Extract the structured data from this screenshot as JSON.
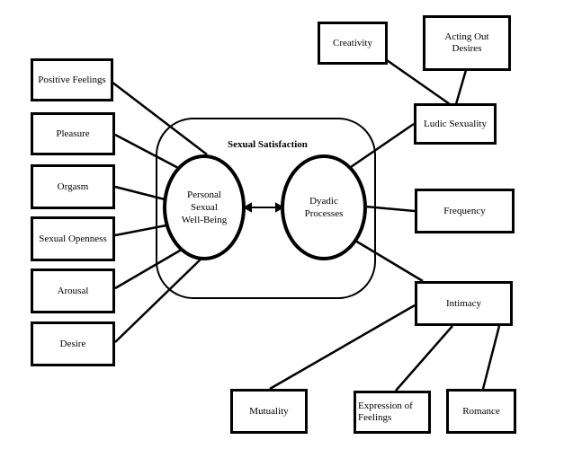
{
  "diagram": {
    "title": "Sexual Satisfaction",
    "center": {
      "left": "Personal\nSexual\nWell-Being",
      "right": "Dyadic\nProcesses"
    },
    "left_factors": [
      "Positive Feelings",
      "Pleasure",
      "Orgasm",
      "Sexual Openness",
      "Arousal",
      "Desire"
    ],
    "right_factors": {
      "creativity": "Creativity",
      "acting_out": "Acting Out\nDesires",
      "ludic": "Ludic Sexuality",
      "frequency": "Frequency",
      "intimacy": "Intimacy",
      "mutuality": "Mutuality",
      "expression": "Expression of\nFeelings",
      "romance": "Romance"
    }
  }
}
